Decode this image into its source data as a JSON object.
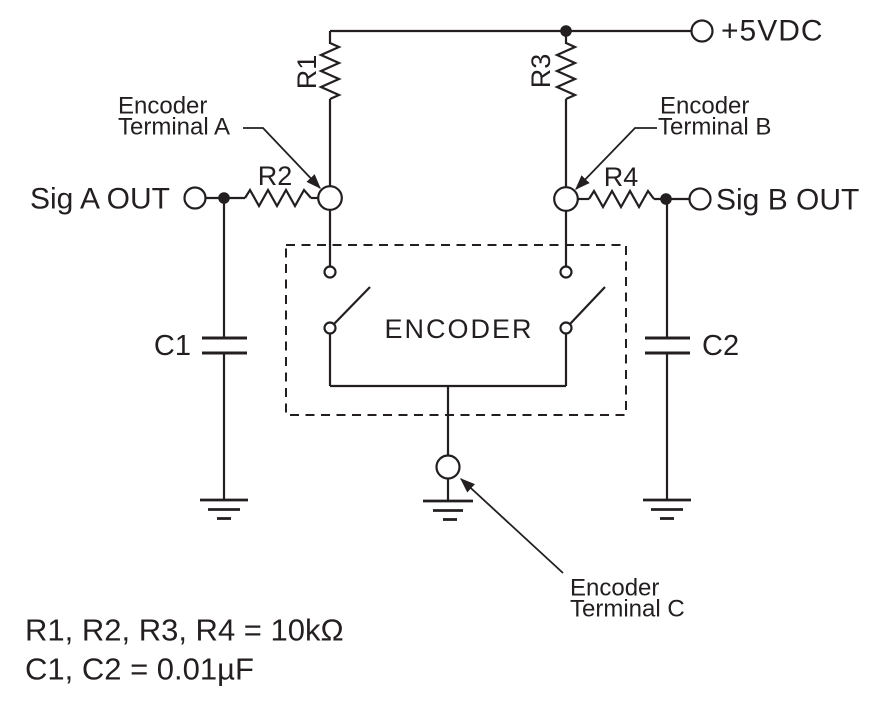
{
  "diagram": {
    "power_label": "+5VDC",
    "sig_a_label": "Sig A OUT",
    "sig_b_label": "Sig B OUT",
    "encoder_label": "ENCODER",
    "components": {
      "r1": "R1",
      "r2": "R2",
      "r3": "R3",
      "r4": "R4",
      "c1": "C1",
      "c2": "C2"
    },
    "callouts": {
      "terminal_a": {
        "line1": "Encoder",
        "line2": "Terminal A"
      },
      "terminal_b": {
        "line1": "Encoder",
        "line2": "Terminal B"
      },
      "terminal_c": {
        "line1": "Encoder",
        "line2": "Terminal C"
      }
    },
    "notes": {
      "line1": "R1, R2, R3, R4 = 10kΩ",
      "line2": "C1, C2 = 0.01µF"
    },
    "colors": {
      "line": "#231f20",
      "background": "#ffffff"
    }
  }
}
